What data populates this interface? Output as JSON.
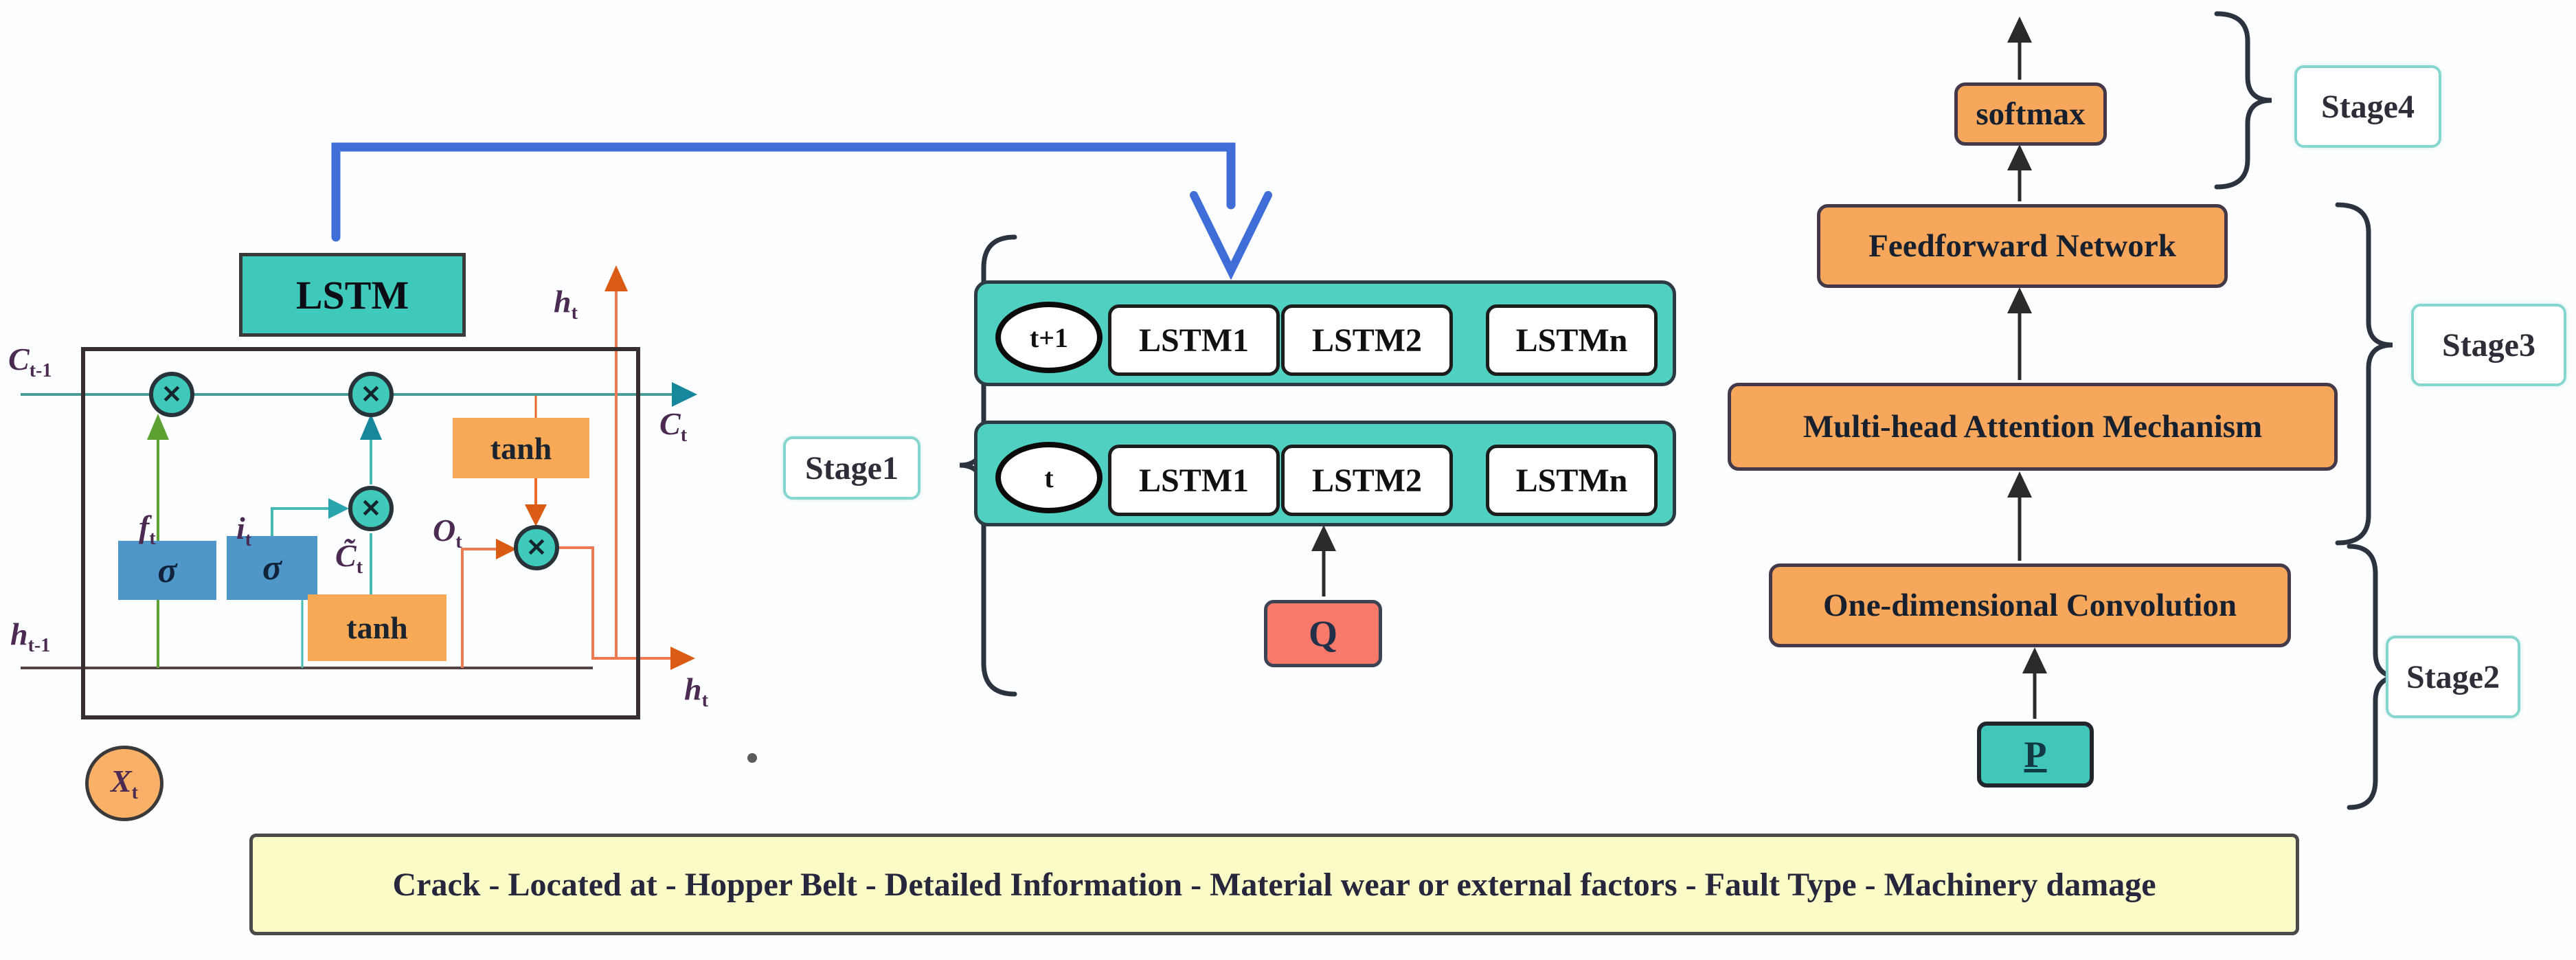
{
  "colors": {
    "teal": "#45cabb",
    "orange": "#f6a75b",
    "blue_connector": "#3f6ed8",
    "salmon": "#f9796b",
    "caption_yellow": "#fafbc6",
    "stage_border": "#86d6d0",
    "line_teal": "#49b9b4",
    "line_orange": "#e9692c",
    "line_green": "#5da132",
    "sigma_blue": "#4f97c8"
  },
  "lstm_cell": {
    "title": "LSTM",
    "sigma": "σ",
    "tanh": "tanh",
    "times_symbol": "✕",
    "labels": {
      "c_base": "C",
      "h_base": "h",
      "f_base": "f",
      "i_base": "i",
      "ctilde_base": "C̃",
      "o_base": "O",
      "x_base": "X",
      "sub_prev": "t-1",
      "sub_t": "t"
    }
  },
  "stage1": {
    "label": "Stage1",
    "rows": [
      {
        "time": "t+1",
        "cells": [
          "LSTM1",
          "LSTM2",
          "LSTMn"
        ]
      },
      {
        "time": "t",
        "cells": [
          "LSTM1",
          "LSTM2",
          "LSTMn"
        ]
      }
    ],
    "query": "Q"
  },
  "pipeline": {
    "input": "P",
    "conv": "One-dimensional Convolution",
    "attention": "Multi-head Attention Mechanism",
    "ffn": "Feedforward Network",
    "softmax": "softmax",
    "stage2": "Stage2",
    "stage3": "Stage3",
    "stage4": "Stage4"
  },
  "caption": "Crack - Located at - Hopper Belt - Detailed Information - Material wear or external factors - Fault Type - Machinery damage"
}
